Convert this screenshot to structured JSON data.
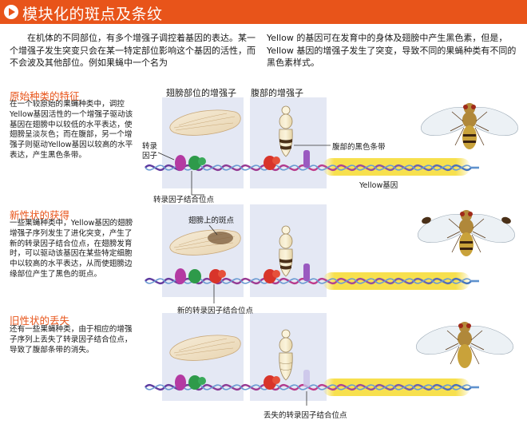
{
  "header": {
    "title": "模块化的斑点及条纹"
  },
  "intro": {
    "left": "在机体的不同部位，有多个增强子调控着基因的表达。某一个增强子发生突变只会在某一特定部位影响这个基因的活性，而不会波及其他部位。例如果蝇中一个名为",
    "right": "Yellow 的基因可在发育中的身体及翅膀中产生黑色素，但是，Yellow 基因的增强子发生了突变，导致不同的果蝇种类有不同的黑色素样式。"
  },
  "columns": {
    "wing": "翅膀部位的增强子",
    "abdomen": "腹部的增强子"
  },
  "sections": [
    {
      "title": "原始种类的特征",
      "text": "在一个较原始的果蝇种类中，调控Yellow基因活性的一个增强子驱动该基因在翅膀中以较低的水平表达，使翅膀呈淡灰色；而在腹部，另一个增强子则驱动Yellow基因以较高的水平表达，产生黑色条带。"
    },
    {
      "title": "新性状的获得",
      "text": "一些果蝇种类中，Yellow基因的翅膀增强子序列发生了进化突变，产生了新的转录因子结合位点，在翅膀发育时，可以驱动该基因在某些特定细胞中以较高的水平表达，从而使翅膀边缘部位产生了黑色的斑点。"
    },
    {
      "title": "旧性状的丢失",
      "text": "还有一些果蝇种类，由于相应的增强子序列上丢失了转录因子结合位点，导致了腹部条带的消失。"
    }
  ],
  "callouts": {
    "tf": "转录因子",
    "abdomen_band": "腹部的黑色条带",
    "gene": "Yellow基因",
    "tf_site": "转录因子结合位点",
    "wing_spot": "翅膀上的斑点",
    "new_site": "新的转录因子结合位点",
    "lost_site": "丢失的转录因子结合位点"
  },
  "colors": {
    "accent": "#e8541a",
    "panel": "#e4e8f4",
    "tf_purple": "#b43aa2",
    "tf_green": "#2e9a4a",
    "tf_red": "#d8342a",
    "gene_glow": "#f2d21c"
  }
}
